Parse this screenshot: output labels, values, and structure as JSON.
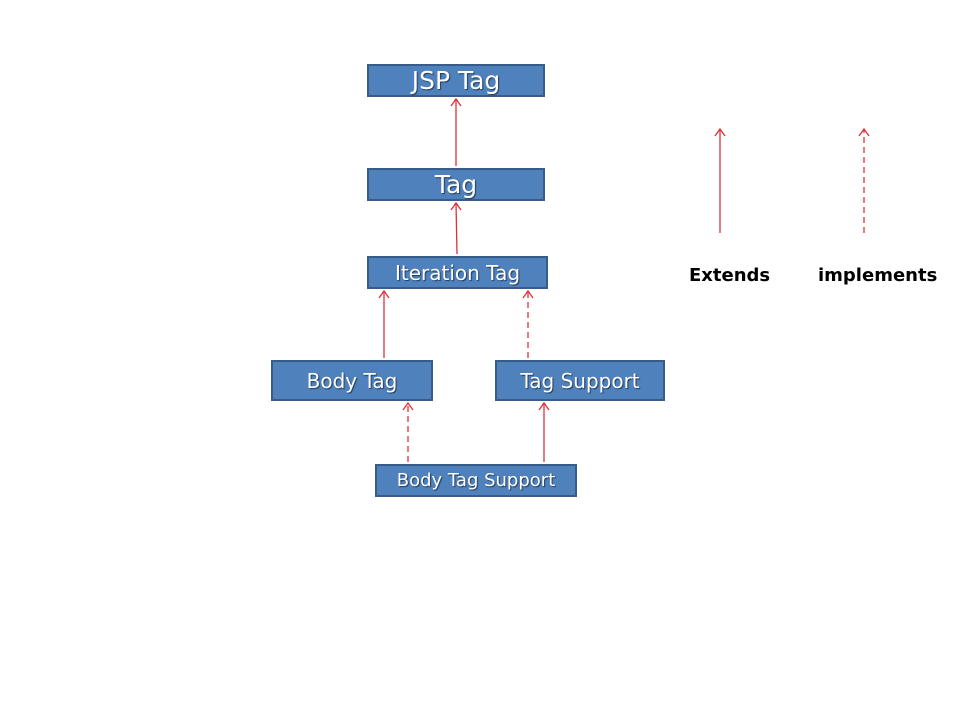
{
  "diagram": {
    "nodes": {
      "jsp_tag": "JSP Tag",
      "tag": "Tag",
      "iteration_tag": "Iteration Tag",
      "body_tag": "Body Tag",
      "tag_support": "Tag Support",
      "body_tag_support": "Body Tag Support"
    },
    "relations": [
      {
        "from": "Tag",
        "to": "JSP Tag",
        "type": "extends"
      },
      {
        "from": "Iteration Tag",
        "to": "Tag",
        "type": "extends"
      },
      {
        "from": "Body Tag",
        "to": "Iteration Tag",
        "type": "extends"
      },
      {
        "from": "Tag Support",
        "to": "Iteration Tag",
        "type": "implements"
      },
      {
        "from": "Body Tag Support",
        "to": "Body Tag",
        "type": "implements"
      },
      {
        "from": "Body Tag Support",
        "to": "Tag Support",
        "type": "extends"
      }
    ]
  },
  "legend": {
    "extends": "Extends",
    "implements": "implements"
  },
  "colors": {
    "box_fill": "#4f81bd",
    "box_border": "#385d8a",
    "box_text": "#ffffff",
    "arrow": "#e0303a"
  }
}
